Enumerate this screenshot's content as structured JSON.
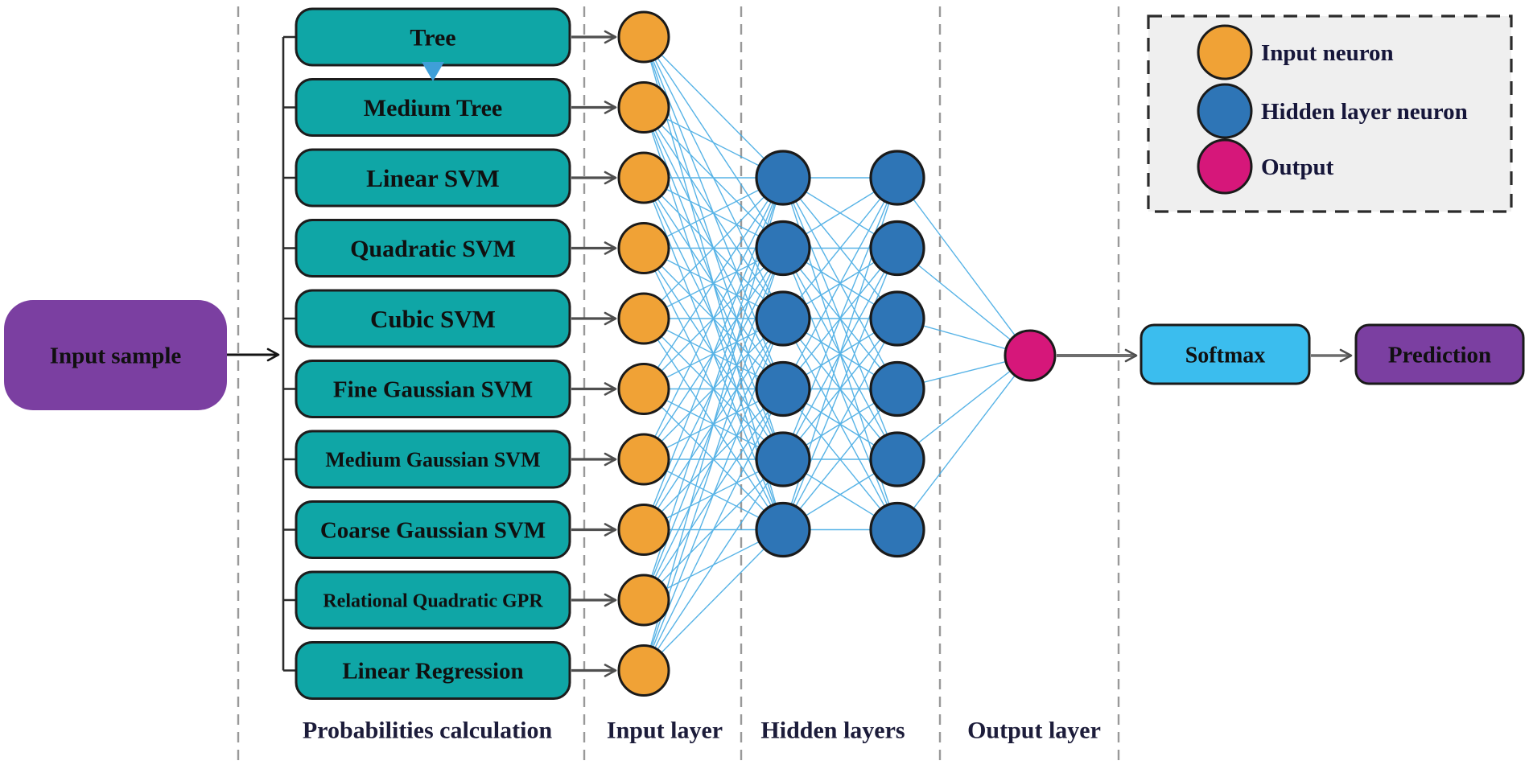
{
  "input_sample": {
    "label": "Input sample"
  },
  "models": {
    "items": [
      "Tree",
      "Medium Tree",
      "Linear SVM",
      "Quadratic SVM",
      "Cubic SVM",
      "Fine Gaussian SVM",
      "Medium Gaussian SVM",
      "Coarse Gaussian SVM",
      "Relational Quadratic GPR",
      "Linear Regression"
    ]
  },
  "network": {
    "input_neurons": 10,
    "hidden_layer_sizes": [
      6,
      6
    ],
    "output_neurons": 1
  },
  "flow": {
    "softmax_label": "Softmax",
    "prediction_label": "Prediction"
  },
  "section_labels": {
    "items": [
      "Probabilities calculation",
      "Input layer",
      "Hidden layers",
      "Output layer"
    ]
  },
  "legend": {
    "items": [
      {
        "label": "Input neuron",
        "color": "#f0a236"
      },
      {
        "label": "Hidden layer neuron",
        "color": "#2e75b6"
      },
      {
        "label": "Output",
        "color": "#d6177a"
      }
    ]
  },
  "colors": {
    "model_box": "#0fa6a6",
    "input_sample_box": "#7b3fa1",
    "input_neuron": "#f0a236",
    "hidden_neuron": "#2e75b6",
    "output_neuron": "#d6177a",
    "softmax_box": "#3bbdee",
    "prediction_box": "#7b3fa1",
    "edge": "#45abe4",
    "legend_bg": "#efefef",
    "triangle_marker": "#3f9fd8"
  }
}
